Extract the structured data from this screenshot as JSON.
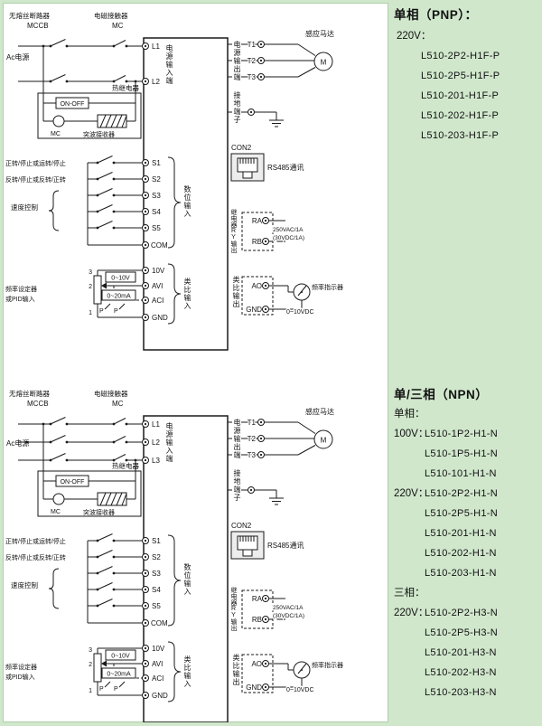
{
  "colors": {
    "page_background": "#d0e7cc",
    "panel_background": "#ffffff",
    "line": "#1a1a1a"
  },
  "dl": {
    "breaker_label": "无熔丝断路器",
    "mccb": "MCCB",
    "contactor_label": "电磁接触器",
    "mc": "MC",
    "ac_power": "Ac电源",
    "thermal_relay": "热继电器",
    "on_off": "ON-OFF",
    "surge_label": "突波接收器",
    "l1": "L1",
    "l2": "L2",
    "l3": "L3",
    "power_input": "电源输入端",
    "power_output": "电源输出端",
    "t1": "T1",
    "t2": "T2",
    "t3": "T3",
    "motor_label": "感应马达",
    "motor_m": "M",
    "ground_label": "接地端子",
    "con2": "CON2",
    "rs485": "RS485通讯",
    "relay_output": "继电器RY输出",
    "ra": "RA",
    "rb": "RB",
    "relay_rating_1": "250VAC/1A",
    "relay_rating_2": "(30VDC/1A)",
    "analog_output": "类比输出",
    "ao": "AO",
    "gnd": "GND",
    "freq_indicator": "频率指示器",
    "indicator_range": "0~10VDC",
    "fwd_label": "正转/停止或运转/停止",
    "rev_label": "反转/停止或反转/正转",
    "speed_label": "速度控制",
    "s1": "S1",
    "s2": "S2",
    "s3": "S3",
    "s4": "S4",
    "s5": "S5",
    "com": "COM",
    "digital_input": "数位输入",
    "v10": "10V",
    "avi": "AVI",
    "aci": "ACI",
    "analog_input": "类比输入",
    "range_v": "0~10V",
    "range_ma": "0~20mA",
    "p": "P",
    "pin3": "3",
    "pin2": "2",
    "pin1": "1",
    "freq_setter_1": "频率设定器",
    "freq_setter_2": "或PID输入"
  },
  "right": {
    "pnp": {
      "title": "单相（PNP）：",
      "voltage": "220V：",
      "models": [
        "L510-2P2-H1F-P",
        "L510-2P5-H1F-P",
        "L510-201-H1F-P",
        "L510-202-H1F-P",
        "L510-203-H1F-P"
      ]
    },
    "npn": {
      "title": "单/三相（NPN）",
      "single_label": "单相：",
      "v100": {
        "voltage": "100V：",
        "models": [
          "L510-1P2-H1-N",
          "L510-1P5-H1-N",
          "L510-101-H1-N"
        ]
      },
      "v220": {
        "voltage": "220V：",
        "models": [
          "L510-2P2-H1-N",
          "L510-2P5-H1-N",
          "L510-201-H1-N",
          "L510-202-H1-N",
          "L510-203-H1-N"
        ]
      },
      "three_label": "三相：",
      "v220_3p": {
        "voltage": "220V：",
        "models": [
          "L510-2P2-H3-N",
          "L510-2P5-H3-N",
          "L510-201-H3-N",
          "L510-202-H3-N",
          "L510-203-H3-N"
        ]
      }
    }
  }
}
